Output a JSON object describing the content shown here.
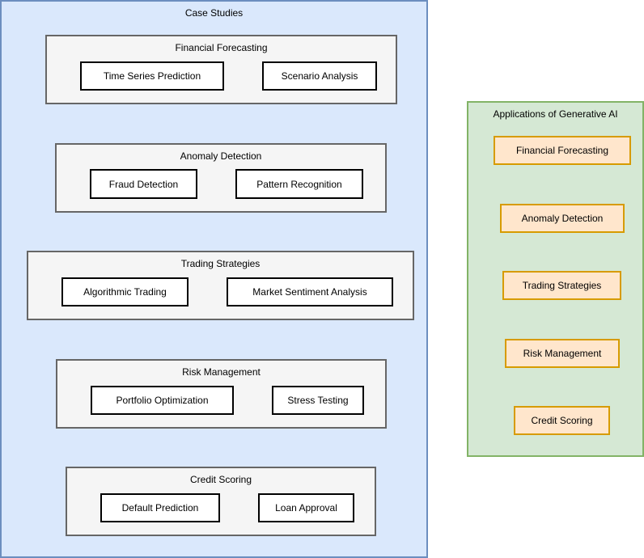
{
  "case_studies": {
    "title": "Case Studies",
    "groups": [
      {
        "title": "Financial Forecasting",
        "items": [
          "Time Series Prediction",
          "Scenario Analysis"
        ]
      },
      {
        "title": "Anomaly Detection",
        "items": [
          "Fraud Detection",
          "Pattern Recognition"
        ]
      },
      {
        "title": "Trading Strategies",
        "items": [
          "Algorithmic Trading",
          "Market Sentiment Analysis"
        ]
      },
      {
        "title": "Risk Management",
        "items": [
          "Portfolio Optimization",
          "Stress Testing"
        ]
      },
      {
        "title": "Credit Scoring",
        "items": [
          "Default Prediction",
          "Loan Approval"
        ]
      }
    ]
  },
  "applications": {
    "title": "Applications of Generative AI",
    "items": [
      "Financial Forecasting",
      "Anomaly Detection",
      "Trading Strategies",
      "Risk Management",
      "Credit Scoring"
    ]
  },
  "colors": {
    "case_studies_fill": "#dae8fc",
    "case_studies_stroke": "#6c8ebf",
    "applications_fill": "#d5e8d4",
    "applications_stroke": "#82b366",
    "group_fill": "#f5f5f5",
    "group_stroke": "#666666",
    "application_item_fill": "#ffe6cc",
    "application_item_stroke": "#d79b00"
  }
}
